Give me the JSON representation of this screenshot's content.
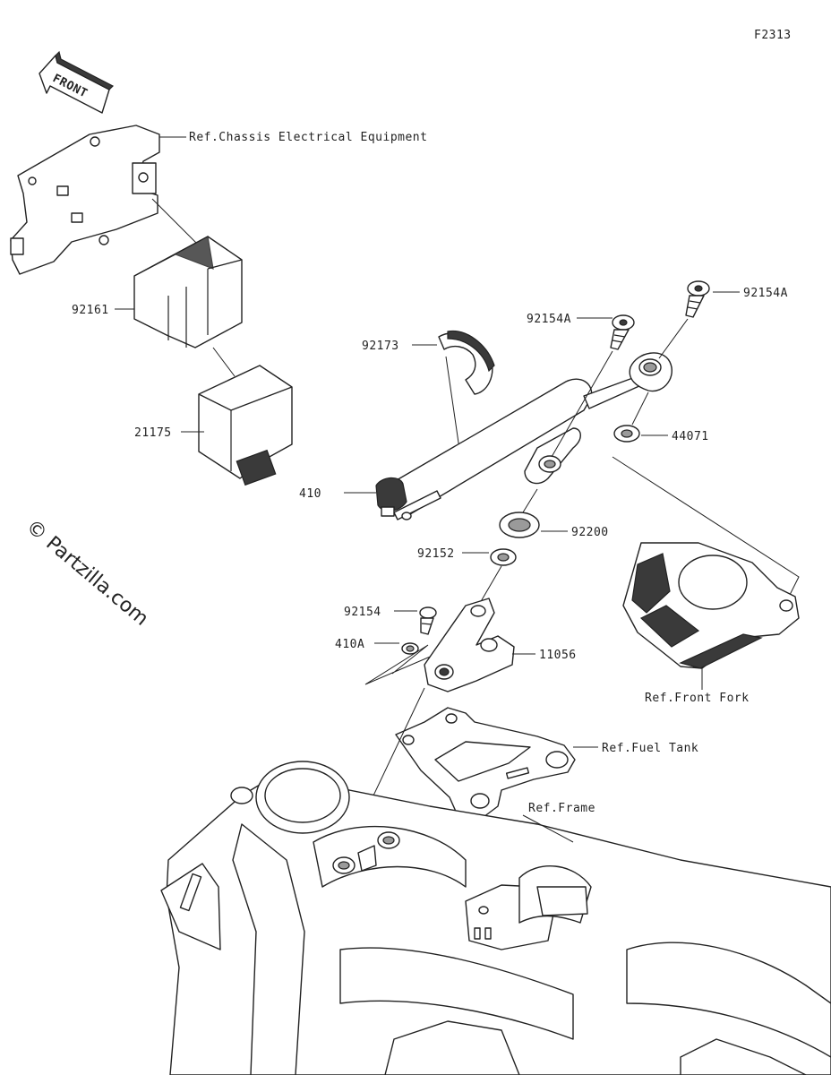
{
  "figure_code": "F2313",
  "front_arrow": {
    "text": "FRONT"
  },
  "watermark": "© Partzilla.com",
  "labels": [
    {
      "id": "ref-chassis",
      "text": "Ref.Chassis Electrical Equipment"
    },
    {
      "id": "92161",
      "text": "92161"
    },
    {
      "id": "21175",
      "text": "21175"
    },
    {
      "id": "92173",
      "text": "92173"
    },
    {
      "id": "92154A-left",
      "text": "92154A"
    },
    {
      "id": "92154A-right",
      "text": "92154A"
    },
    {
      "id": "410",
      "text": "410"
    },
    {
      "id": "44071",
      "text": "44071"
    },
    {
      "id": "92200",
      "text": "92200"
    },
    {
      "id": "92152",
      "text": "92152"
    },
    {
      "id": "92154",
      "text": "92154"
    },
    {
      "id": "410A",
      "text": "410A"
    },
    {
      "id": "11056",
      "text": "11056"
    },
    {
      "id": "ref-front-fork",
      "text": "Ref.Front Fork"
    },
    {
      "id": "ref-fuel-tank",
      "text": "Ref.Fuel Tank"
    },
    {
      "id": "ref-frame",
      "text": "Ref.Frame"
    }
  ]
}
